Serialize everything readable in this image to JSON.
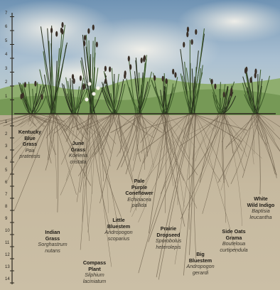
{
  "scale": {
    "above_ticks": [
      "7",
      "6",
      "5",
      "4",
      "3",
      "2",
      "1"
    ],
    "below_ticks": [
      "1",
      "2",
      "3",
      "4",
      "5",
      "6",
      "7",
      "8",
      "9",
      "10",
      "11",
      "12",
      "13",
      "14"
    ]
  },
  "plants": [
    {
      "common": "Kentucky\nBlue\nGrass",
      "scientific": "Poa\npratensis"
    },
    {
      "common": "June\nGrass",
      "scientific": "Koeleria\ncristata"
    },
    {
      "common": "Pale\nPurple\nConeflower",
      "scientific": "Echinacea\npallida"
    },
    {
      "common": "White\nWild Indigo",
      "scientific": "Baptisia\nleucantha"
    },
    {
      "common": "Little\nBluestem",
      "scientific": "Andropogon\nscoparius"
    },
    {
      "common": "Indian\nGrass",
      "scientific": "Sorghastrum\nnutans"
    },
    {
      "common": "Prairie\nDropseed",
      "scientific": "Sporobolus\nheterolepis"
    },
    {
      "common": "Side Oats\nGrama",
      "scientific": "Bouteloua\ncurtipendula"
    },
    {
      "common": "Big\nBluestem",
      "scientific": "Andropogon\ngerardi"
    },
    {
      "common": "Compass\nPlant",
      "scientific": "Silphium\nlaciniatum"
    }
  ]
}
